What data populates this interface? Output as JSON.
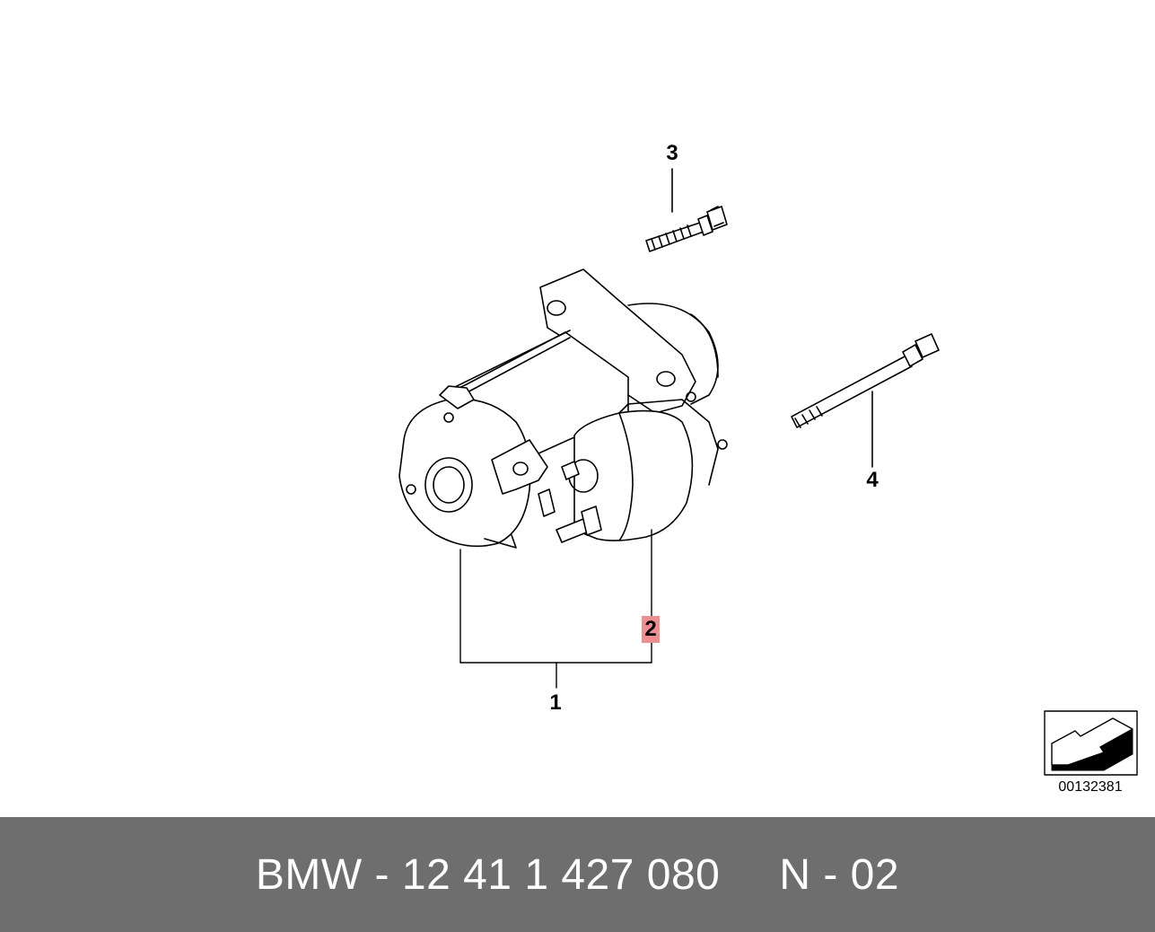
{
  "callouts": {
    "c1": "1",
    "c2": "2",
    "c3": "3",
    "c4": "4"
  },
  "highlighted_callout": "2",
  "diagram_id": "00132381",
  "footer": {
    "part_number": "BMW - 12 41 1 427 080",
    "variant": "N - 02"
  },
  "colors": {
    "footer_bg": "#6e6e6e",
    "highlight": "#f08d8d",
    "line": "#000000"
  }
}
